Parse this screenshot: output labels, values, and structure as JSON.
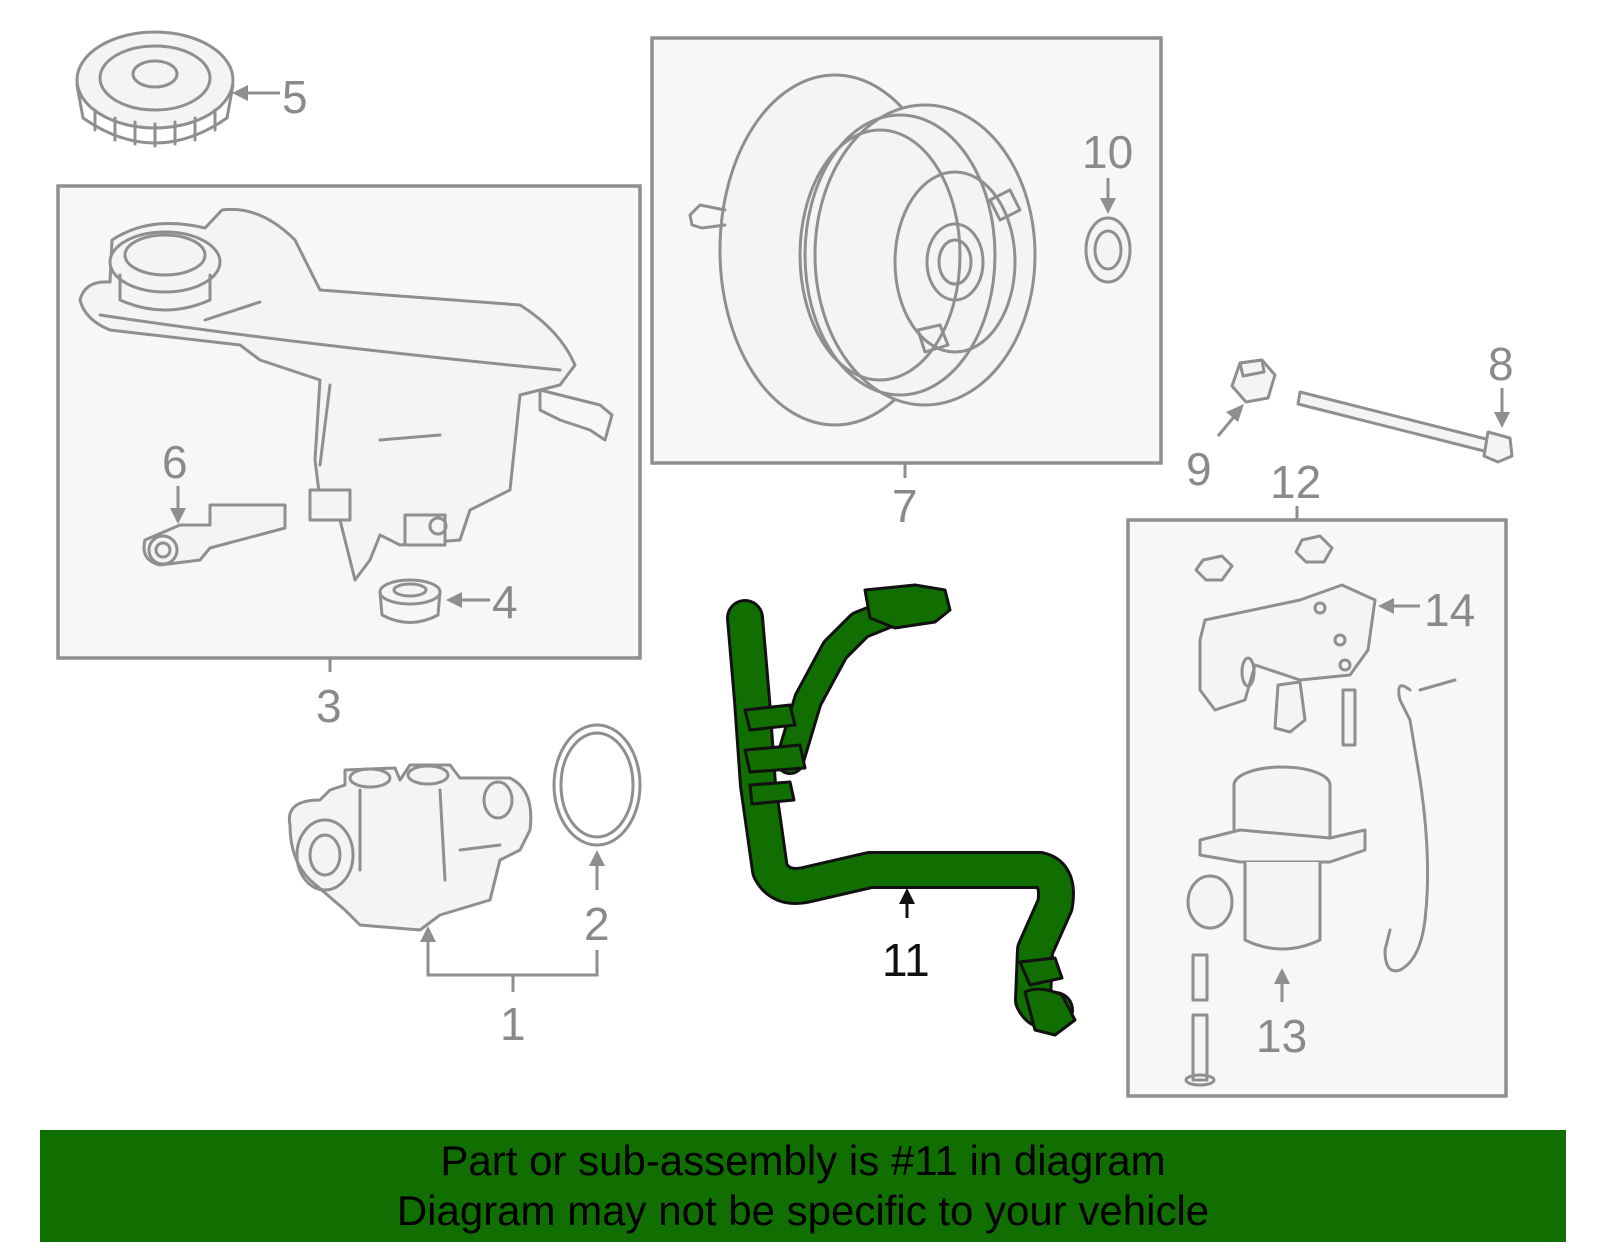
{
  "callouts": {
    "c1": "1",
    "c2": "2",
    "c3": "3",
    "c4": "4",
    "c5": "5",
    "c6": "6",
    "c7": "7",
    "c8": "8",
    "c9": "9",
    "c10": "10",
    "c11": "11",
    "c12": "12",
    "c13": "13",
    "c14": "14"
  },
  "highlight": {
    "part": "11",
    "color": "#116e00"
  },
  "banner": {
    "line1": "Part or sub-assembly is #11 in diagram",
    "line2": "Diagram may not be specific to your vehicle",
    "background": "#116e00"
  }
}
